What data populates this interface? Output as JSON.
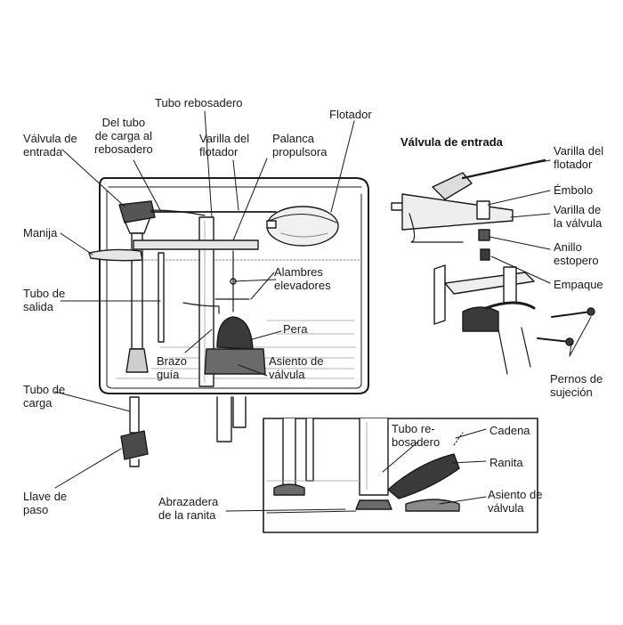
{
  "colors": {
    "ink": "#1a1a1a",
    "water": "#8a8a8a",
    "rubber": "#3a3a3a",
    "background": "#ffffff"
  },
  "main": {
    "labels": {
      "valvula_entrada": "Válvula de\nentrada",
      "del_tubo_carga": "Del tubo\nde carga al\nrebosadero",
      "tubo_rebosadero": "Tubo rebosadero",
      "varilla_flotador": "Varilla del\nflotador",
      "palanca": "Palanca\npropulsora",
      "flotador": "Flotador",
      "manija": "Manija",
      "tubo_salida": "Tubo de\nsalida",
      "alambres": "Alambres\nelevadores",
      "pera": "Pera",
      "brazo_guia": "Brazo\nguía",
      "asiento_valvula": "Asiento de\nválvula",
      "tubo_carga": "Tubo de\ncarga",
      "llave_paso": "Llave de\npaso"
    }
  },
  "inset_valve": {
    "title": "Válvula de entrada",
    "labels": {
      "varilla_flotador": "Varilla del\nflotador",
      "embolo": "Émbolo",
      "varilla_valvula": "Varilla de\nla válvula",
      "anillo": "Anillo\nestopero",
      "empaque": "Empaque",
      "pernos": "Pernos de\nsujeción"
    }
  },
  "inset_flapper": {
    "labels": {
      "tubo_rebosadero": "Tubo re-\nbosadero",
      "cadena": "Cadena",
      "ranita": "Ranita",
      "asiento_valvula": "Asiento de\nválvula",
      "abrazadera": "Abrazadera\nde la ranita"
    }
  }
}
